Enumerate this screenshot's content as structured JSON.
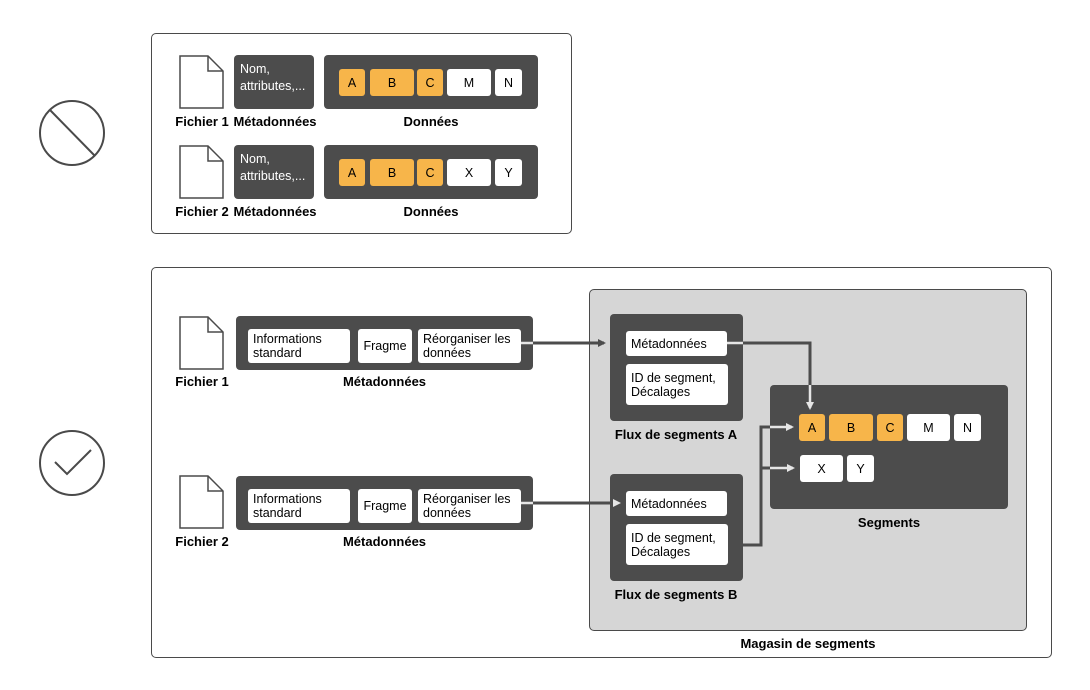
{
  "top": {
    "rows": [
      {
        "file_label": "Fichier 1",
        "meta_text": "Nom, attributes,...",
        "meta_label": "Métadonnées",
        "chunks": [
          "A",
          "B",
          "C",
          "M",
          "N"
        ],
        "data_label": "Données"
      },
      {
        "file_label": "Fichier 2",
        "meta_text": "Nom, attributes,...",
        "meta_label": "Métadonnées",
        "chunks": [
          "A",
          "B",
          "C",
          "X",
          "Y"
        ],
        "data_label": "Données"
      }
    ]
  },
  "bottom": {
    "files": [
      {
        "file_label": "Fichier 1",
        "boxes": [
          "Informations standard",
          "Fragme",
          "Réorganiser les données"
        ],
        "meta_label": "Métadonnées"
      },
      {
        "file_label": "Fichier 2",
        "boxes": [
          "Informations standard",
          "Fragme",
          "Réorganiser les données"
        ],
        "meta_label": "Métadonnées"
      }
    ],
    "streams": [
      {
        "items": [
          "Métadonnées",
          "ID de segment, Décalages"
        ],
        "label": "Flux de segments A"
      },
      {
        "items": [
          "Métadonnées",
          "ID de segment, Décalages"
        ],
        "label": "Flux de segments B"
      }
    ],
    "segments": {
      "row1": [
        "A",
        "B",
        "C",
        "M",
        "N"
      ],
      "row2": [
        "X",
        "Y"
      ],
      "label": "Segments"
    },
    "store_label": "Magasin de segments"
  },
  "icons": {
    "bad": "prohibited-icon",
    "good": "checkmark-icon",
    "file": "file-icon"
  },
  "colors": {
    "chunk_shared": "#f7b54a",
    "chunk_unique": "#ffffff",
    "panel": "#4c4c4c",
    "store": "#d6d6d6"
  }
}
